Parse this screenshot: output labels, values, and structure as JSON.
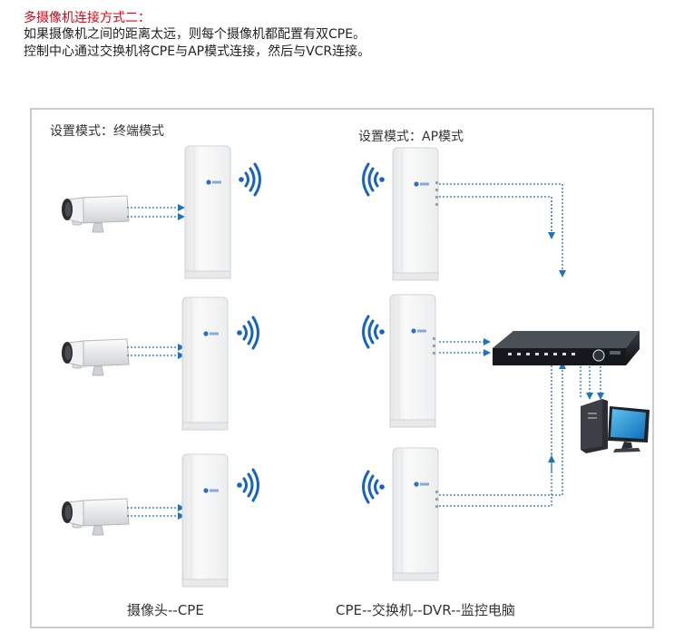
{
  "heading": {
    "title": "多摄像机连接方式二：",
    "lines": [
      "如果摄像机之间的距离太远，则每个摄像机都配置有双CPE。",
      "控制中心通过交换机将CPE与AP模式连接，然后与VCR连接。"
    ]
  },
  "left_group": {
    "mode_label": "设置模式：终端模式",
    "caption": "摄像头--CPE"
  },
  "right_group": {
    "mode_label": "设置模式：AP模式",
    "caption": "CPE--交换机--DVR--监控电脑"
  },
  "colors": {
    "accent_red": "#e60012",
    "link_blue": "#1e73be",
    "wifi_blue": "#1565c0",
    "frame_gray": "#bbbbbb",
    "monitor_screen": "#1b8fd6"
  },
  "icons": [
    "camera-icon",
    "cpe-device-icon",
    "wifi-signal-icon",
    "dvr-icon",
    "computer-icon"
  ]
}
